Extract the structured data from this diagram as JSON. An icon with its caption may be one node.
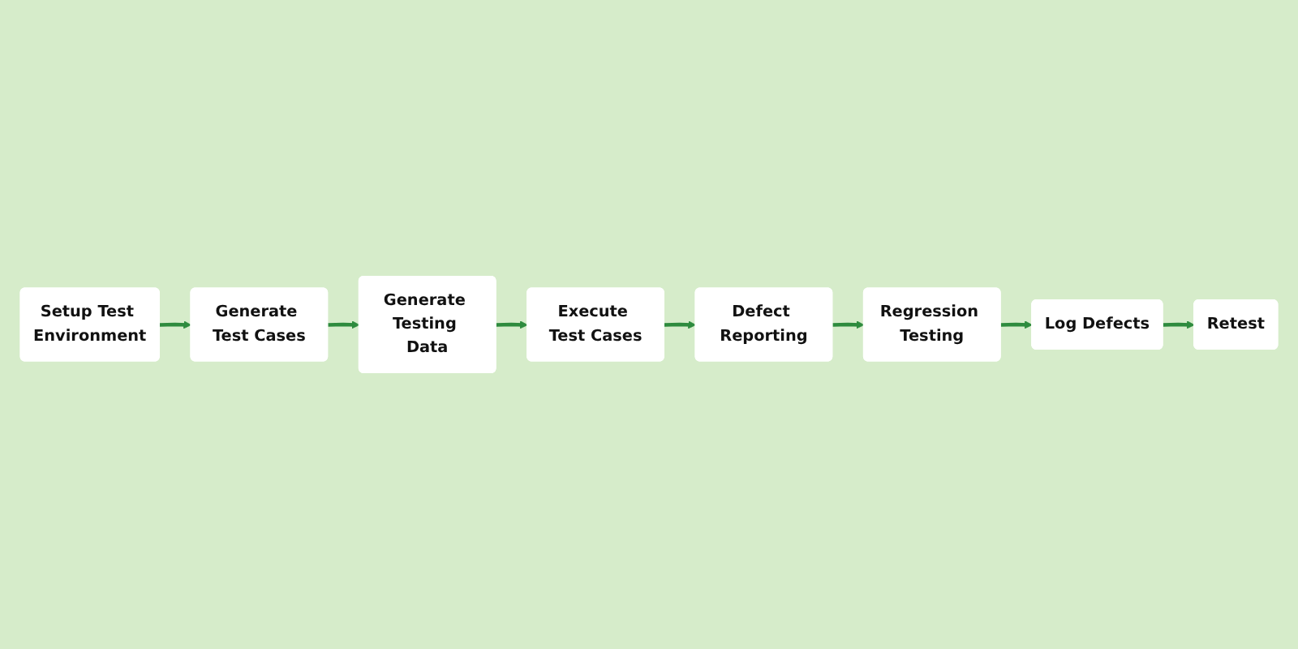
{
  "diagram": {
    "nodes": [
      {
        "text": [
          "Setup Test Environment"
        ]
      },
      {
        "text": [
          "Generate Test Cases"
        ]
      },
      {
        "text": [
          "Generate Testing Data"
        ]
      },
      {
        "text": [
          "Execute Test Cases"
        ]
      },
      {
        "text": [
          "Defect Reporting"
        ]
      },
      {
        "text": [
          "Regression Testing"
        ]
      },
      {
        "text": [
          "Log Defects"
        ]
      },
      {
        "text": [
          "Retest"
        ]
      }
    ],
    "edges": [
      {
        "from": 0,
        "to": 1,
        "arrow": "to"
      },
      {
        "from": 1,
        "to": 2,
        "arrow": "to"
      },
      {
        "from": 2,
        "to": 3,
        "arrow": "to"
      },
      {
        "from": 3,
        "to": 4,
        "arrow": "to"
      },
      {
        "from": 4,
        "to": 5,
        "arrow": "to"
      },
      {
        "from": 5,
        "to": 6,
        "arrow": "to"
      },
      {
        "from": 6,
        "to": 7,
        "arrow": "to"
      }
    ]
  }
}
